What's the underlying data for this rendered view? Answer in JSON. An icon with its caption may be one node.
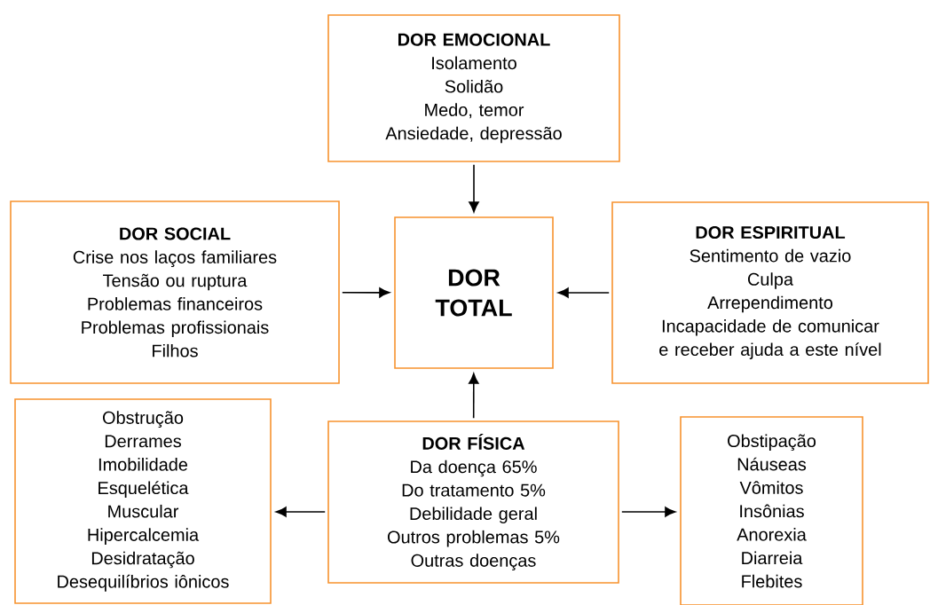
{
  "diagram": {
    "nodes": [
      {
        "text": [
          "DOR EMOCIONAL",
          "Isolamento",
          "Solidão",
          "Medo, temor",
          "Ansiedade, depressão"
        ]
      },
      {
        "text": [
          "DOR SOCIAL",
          "Crise nos laços familiares",
          "Tensão ou ruptura",
          "Problemas financeiros",
          "Problemas profissionais",
          "Filhos"
        ]
      },
      {
        "text": [
          "DOR TOTAL"
        ]
      },
      {
        "text": [
          "DOR ESPIRITUAL",
          "Sentimento de vazio",
          "Culpa",
          "Arrependimento",
          "Incapacidade de comunicar e receber ajuda a este nível"
        ]
      },
      {
        "text": [
          "Obstrução",
          "Derrames",
          "Imobilidade",
          "Esquelética",
          "Muscular",
          "Hipercalcemia",
          "Desidratação",
          "Desequilíbrios iônicos"
        ]
      },
      {
        "text": [
          "DOR FÍSICA",
          "Da doença 65%",
          "Do tratamento 5%",
          "Debilidade geral",
          "Outros problemas 5%",
          "Outras doenças"
        ]
      },
      {
        "text": [
          "Obstipação",
          "Náuseas",
          "Vômitos",
          "Insônias",
          "Anorexia",
          "Diarreia",
          "Flebites"
        ]
      }
    ],
    "edges": [
      {
        "from": 0,
        "to": 2,
        "arrow": "to"
      },
      {
        "from": 1,
        "to": 2,
        "arrow": "to"
      },
      {
        "from": 3,
        "to": 2,
        "arrow": "to"
      },
      {
        "from": 5,
        "to": 2,
        "arrow": "to"
      },
      {
        "from": 5,
        "to": 4,
        "arrow": "to"
      },
      {
        "from": 5,
        "to": 6,
        "arrow": "to"
      }
    ]
  }
}
